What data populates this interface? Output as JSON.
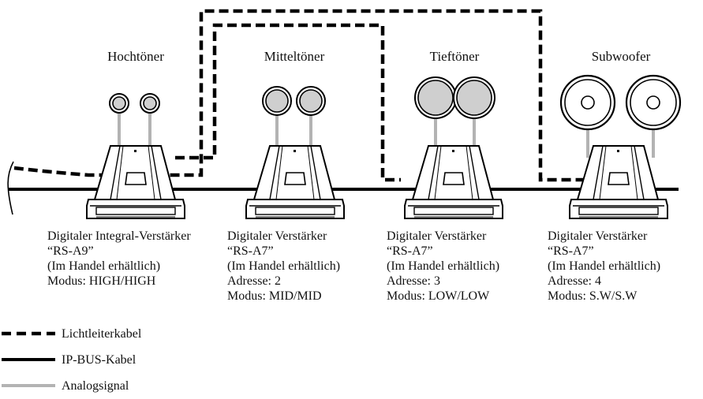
{
  "groups": {
    "tweeter": "Hochtöner",
    "midrange": "Mitteltöner",
    "woofer": "Tieftöner",
    "subwoofer": "Subwoofer"
  },
  "amps": [
    {
      "name": "Digitaler Integral-Verstärker",
      "model": "“RS-A9”",
      "availability": "(Im Handel erhältlich)",
      "address": "",
      "mode": "Modus: HIGH/HIGH"
    },
    {
      "name": "Digitaler Verstärker",
      "model": "“RS-A7”",
      "availability": "(Im Handel erhältlich)",
      "address": "Adresse: 2",
      "mode": "Modus: MID/MID"
    },
    {
      "name": "Digitaler Verstärker",
      "model": "“RS-A7”",
      "availability": "(Im Handel erhältlich)",
      "address": "Adresse: 3",
      "mode": "Modus: LOW/LOW"
    },
    {
      "name": "Digitaler Verstärker",
      "model": "“RS-A7”",
      "availability": "(Im Handel erhältlich)",
      "address": "Adresse: 4",
      "mode": "Modus: S.W/S.W"
    }
  ],
  "legend": {
    "optical": "Lichtleiterkabel",
    "ipbus": "IP-BUS-Kabel",
    "analog": "Analogsignal"
  },
  "colors": {
    "line": "#000000",
    "analog": "#b3b3b3",
    "speaker_fill": "#cfcfcf"
  }
}
